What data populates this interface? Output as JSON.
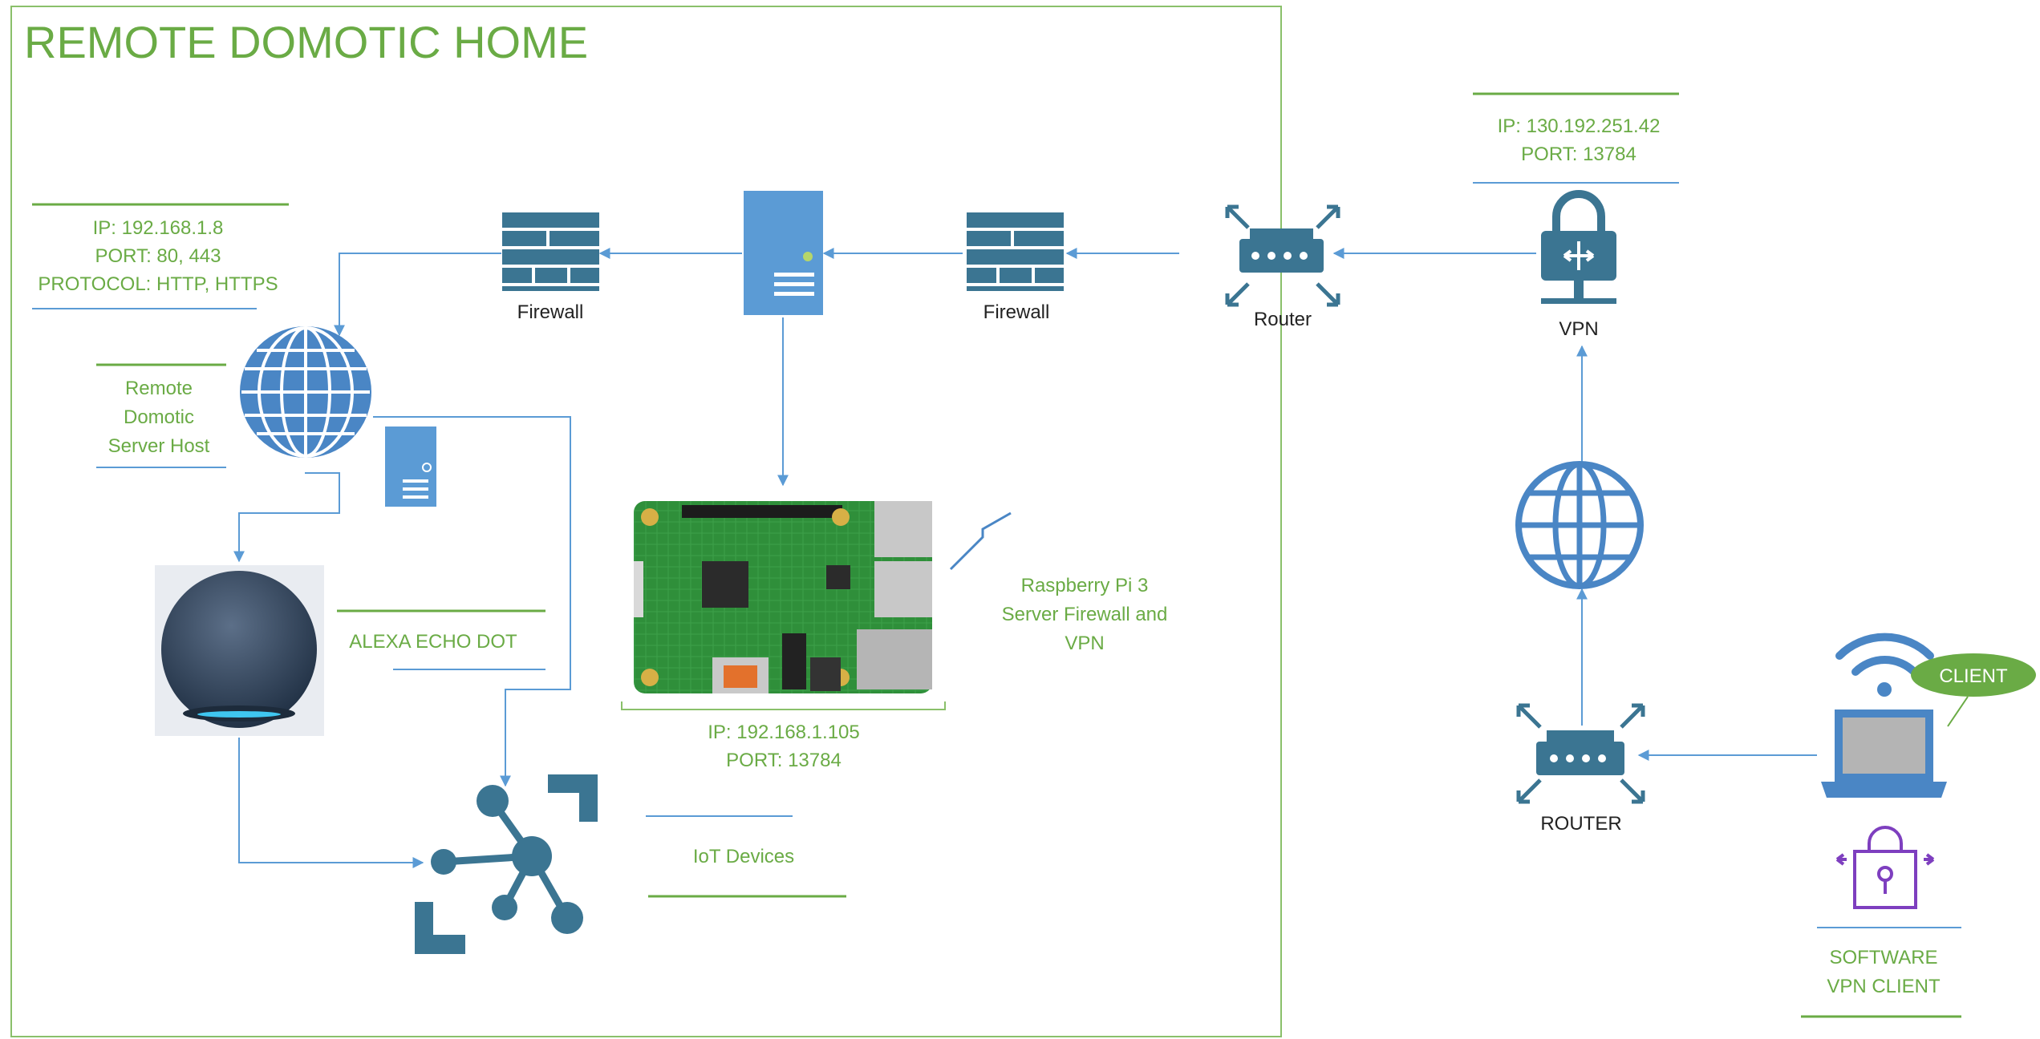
{
  "title": "REMOTE DOMOTIC HOME",
  "colors": {
    "accent_green": "#6aab45",
    "line_blue": "#5b9bd5",
    "icon_teal": "#3b7592",
    "icon_blue": "#4a86c5",
    "client_purple": "#7e3fbf"
  },
  "labels": {
    "firewall_left": "Firewall",
    "firewall_right": "Firewall",
    "router": "Router",
    "vpn": "VPN",
    "router_client": "ROUTER",
    "client_badge": "CLIENT",
    "alexa": "ALEXA ECHO DOT",
    "iot": "IoT Devices"
  },
  "host_info": {
    "ip": "IP: 192.168.1.8",
    "port": "PORT: 80, 443",
    "protocol": "PROTOCOL: HTTP, HTTPS"
  },
  "host_label": {
    "line1": "Remote",
    "line2": "Domotic",
    "line3": "Server Host"
  },
  "vpn_info": {
    "ip": "IP: 130.192.251.42",
    "port": "PORT: 13784"
  },
  "rpi_label": {
    "line1": "Raspberry Pi 3",
    "line2": "Server Firewall and",
    "line3": "VPN"
  },
  "rpi_info": {
    "ip": "IP: 192.168.1.105",
    "port": "PORT: 13784"
  },
  "software_vpn": {
    "line1": "SOFTWARE",
    "line2": "VPN CLIENT"
  }
}
